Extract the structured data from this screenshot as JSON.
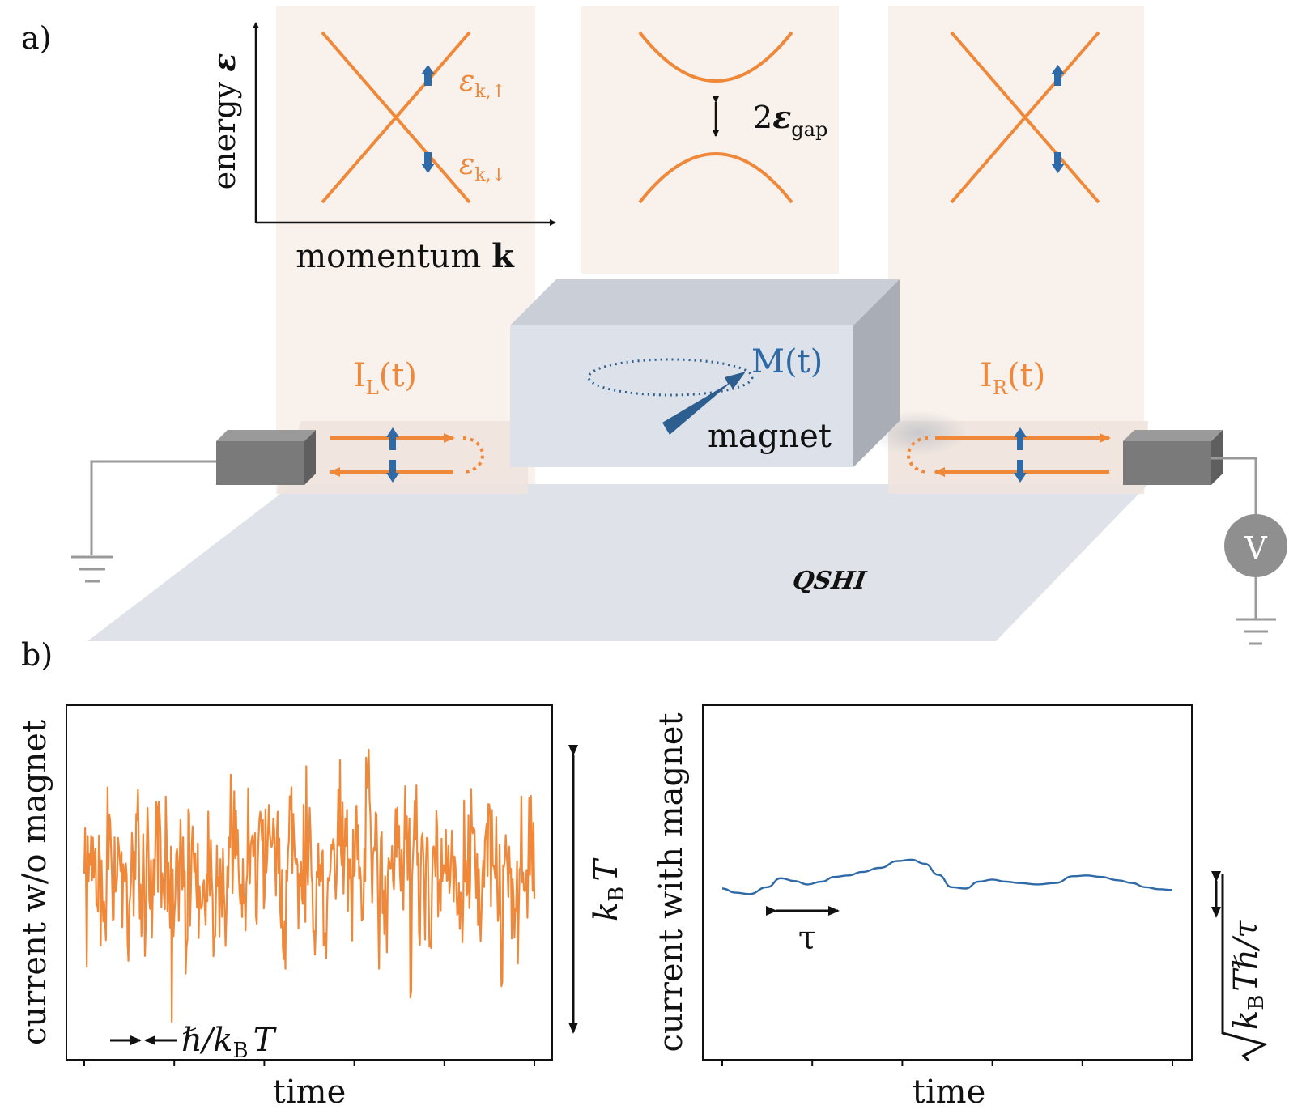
{
  "colors": {
    "orange": "#f0883a",
    "blue": "#2f6aa8",
    "dark_blue": "#2c5f8f",
    "panel_bg": "#f8f1ec",
    "magnet_front": "#dde2ea",
    "magnet_top": "#c9ced7",
    "magnet_side": "#a8adb6",
    "plane": "#dfe2e9",
    "contact": "#777777",
    "black": "#111111"
  },
  "panel_a": {
    "label": "a)",
    "axis_y_label": "energy",
    "axis_y_symbol": "ε",
    "axis_x_label": "momentum",
    "axis_x_symbol": "k",
    "band_up_main": "ε",
    "band_up_sub": "k,↑",
    "band_down_main": "ε",
    "band_down_sub": "k,↓",
    "gap_prefix": "2",
    "gap_symbol": "ε",
    "gap_sub": "gap",
    "current_left_main": "I",
    "current_left_sub": "L",
    "current_left_arg": "(t)",
    "current_right_main": "I",
    "current_right_sub": "R",
    "current_right_arg": "(t)",
    "magnetization": "M(t)",
    "magnet_label": "magnet",
    "substrate_label": "QSHI",
    "voltmeter": "V"
  },
  "panel_b": {
    "label": "b)",
    "left_plot": {
      "ylabel": "current w/o magnet",
      "xlabel": "time",
      "timescale_label": "ℏ/k",
      "timescale_sub": "B",
      "timescale_T": "T",
      "amplitude_main": "k",
      "amplitude_sub": "B",
      "amplitude_T": "T"
    },
    "right_plot": {
      "ylabel": "current with magnet",
      "xlabel": "time",
      "tau_label": "τ",
      "amplitude_label": "k",
      "amplitude_sub": "B",
      "amplitude_rest": "Tℏ/τ"
    }
  },
  "chart_data": [
    {
      "type": "line",
      "title": "",
      "xlabel": "time",
      "ylabel": "current w/o magnet",
      "x_ticks": 6,
      "seed": 7,
      "n_points": 520,
      "series": [
        {
          "color": "#f0883a"
        }
      ]
    },
    {
      "type": "line",
      "title": "",
      "xlabel": "time",
      "ylabel": "current with magnet",
      "x_ticks": 6,
      "series": [
        {
          "color": "#2f6aa8",
          "x": [
            0,
            0.03,
            0.06,
            0.1,
            0.13,
            0.16,
            0.19,
            0.22,
            0.25,
            0.28,
            0.31,
            0.35,
            0.39,
            0.42,
            0.45,
            0.48,
            0.51,
            0.54,
            0.57,
            0.6,
            0.63,
            0.66,
            0.7,
            0.74,
            0.78,
            0.81,
            0.84,
            0.88,
            0.91,
            0.94,
            0.97,
            1.0
          ],
          "y": [
            0.5,
            0.44,
            0.42,
            0.52,
            0.65,
            0.61,
            0.56,
            0.6,
            0.67,
            0.69,
            0.74,
            0.8,
            0.9,
            0.92,
            0.86,
            0.7,
            0.52,
            0.5,
            0.6,
            0.63,
            0.6,
            0.58,
            0.56,
            0.58,
            0.68,
            0.69,
            0.67,
            0.62,
            0.58,
            0.52,
            0.49,
            0.48
          ]
        }
      ]
    }
  ]
}
